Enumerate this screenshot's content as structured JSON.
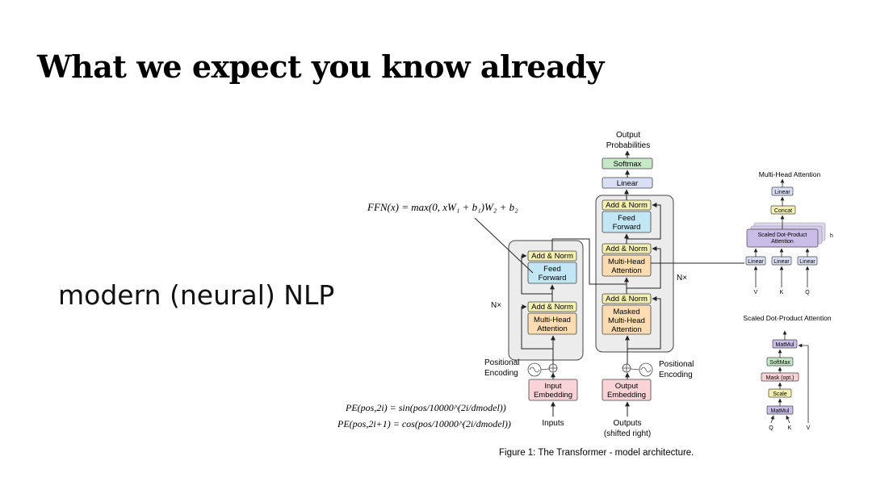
{
  "slide": {
    "title": "What we expect you know already",
    "subject": "modern (neural) NLP"
  },
  "transformer": {
    "output_probabilities": [
      "Output",
      "Probabilities"
    ],
    "softmax": "Softmax",
    "linear": "Linear",
    "add_norm": "Add & Norm",
    "feed_forward": [
      "Feed",
      "Forward"
    ],
    "multi_head_attention": [
      "Multi-Head",
      "Attention"
    ],
    "masked_multi_head_attention": [
      "Masked",
      "Multi-Head",
      "Attention"
    ],
    "nx": "N×",
    "positional_encoding": [
      "Positional",
      "Encoding"
    ],
    "input_embedding": [
      "Input",
      "Embedding"
    ],
    "output_embedding": [
      "Output",
      "Embedding"
    ],
    "inputs": "Inputs",
    "outputs": [
      "Outputs",
      "(shifted right)"
    ],
    "caption": "Figure 1: The Transformer - model architecture."
  },
  "equations": {
    "ffn": "FFN(x) = max(0, xW₁ + b₁)W₂ + b₂",
    "pe_even": "PE(pos,2i) = sin(pos/10000^(2i/dmodel))",
    "pe_odd": "PE(pos,2i+1) = cos(pos/10000^(2i/dmodel))"
  },
  "mha_diagram": {
    "title": "Multi-Head Attention",
    "linear": "Linear",
    "concat": "Concat",
    "sdpa": [
      "Scaled Dot-Product",
      "Attention"
    ],
    "h": "h",
    "inputs": [
      "V",
      "K",
      "Q"
    ]
  },
  "sdpa_diagram": {
    "title": "Scaled Dot-Product Attention",
    "matmul": "MatMul",
    "softmax": "SoftMax",
    "mask": "Mask (opt.)",
    "scale": "Scale",
    "inputs": [
      "Q",
      "K",
      "V"
    ]
  },
  "colors": {
    "add_norm": "#f3f0b2",
    "feed_forward": "#c3e6f5",
    "attention": "#fcdcb2",
    "embedding": "#f9d3d6",
    "softmax": "#c6e8c6",
    "linear": "#d9dff4",
    "sdpa": "#cabde8",
    "stack": "#ececec"
  }
}
